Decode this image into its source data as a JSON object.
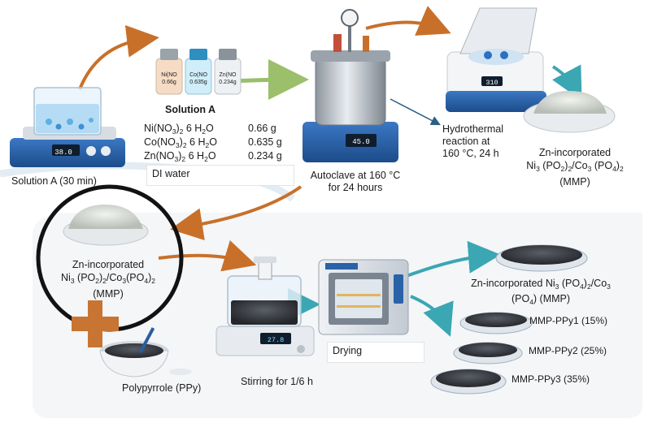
{
  "colors": {
    "arrow_orange": "#c8702a",
    "arrow_teal": "#3aa7b3",
    "arrow_green": "#9bbf6a",
    "device_blue": "#2a62a8",
    "steel": "#b9c0c8",
    "powder": "#dfe2dd",
    "dark_granules": "#3a3d42",
    "cross_orange": "#c87433"
  },
  "icons": {
    "stirrer": "hotplate-stirrer-icon",
    "bottles": "reagent-bottles-icon",
    "autoclave": "autoclave-icon",
    "centrifuge": "centrifuge-icon",
    "powder": "powder-dish-icon",
    "oven": "drying-oven-icon",
    "petri": "petri-dish-icon"
  },
  "top": {
    "step1_label": "Solution A (30 min)",
    "solution_a_title": "Solution A",
    "bottles": [
      {
        "l1": "Ni(NO",
        "l2": "0.66g"
      },
      {
        "l1": "Co(NO",
        "l2": "0.635g"
      },
      {
        "l1": "Zn(NO",
        "l2": "0.234g"
      }
    ],
    "reagents": [
      {
        "a": "Ni(NO",
        "s1": "3",
        "b": ")",
        "s2": "2",
        "c": " 6 H",
        "s3": "2",
        "d": "O",
        "mass": "0.66 g"
      },
      {
        "a": "Co(NO",
        "s1": "3",
        "b": ")",
        "s2": "2",
        "c": " 6 H",
        "s3": "2",
        "d": "O",
        "mass": "0.635 g"
      },
      {
        "a": "Zn(NO",
        "s1": "3",
        "b": ")",
        "s2": "2",
        "c": " 6 H",
        "s3": "2",
        "d": "O",
        "mass": "0.234 g"
      }
    ],
    "di_water": "DI water",
    "autoclave_l1": "Autoclave at 160 °C",
    "autoclave_l2": "for 24 hours",
    "hydro_l1": "Hydrothermal",
    "hydro_l2": "reaction at",
    "hydro_l3": "160 °C, 24 h",
    "centrifuge_display": "310",
    "stirrer_display": "38.0",
    "autoclave_display": "45.0",
    "product_l1": "Zn-incorporated",
    "product_l3": "(MMP)"
  },
  "bottom": {
    "mmp_l1": "Zn-incorporated",
    "mmp_l3": "(MMP)",
    "ppy_label": "Polypyrrole (PPy)",
    "stirring_label": "Stirring for 1/6 h",
    "drying_label": "Drying",
    "stirrer_display": "27.8",
    "final_l1": "Zn-incorporated Ni",
    "final_l2": "(PO",
    "final_l2b": ") (MMP)",
    "ppy1": "MMP-PPy1 (15%)",
    "ppy2": "MMP-PPy2 (25%)",
    "ppy3": "MMP-PPy3 (35%)"
  }
}
